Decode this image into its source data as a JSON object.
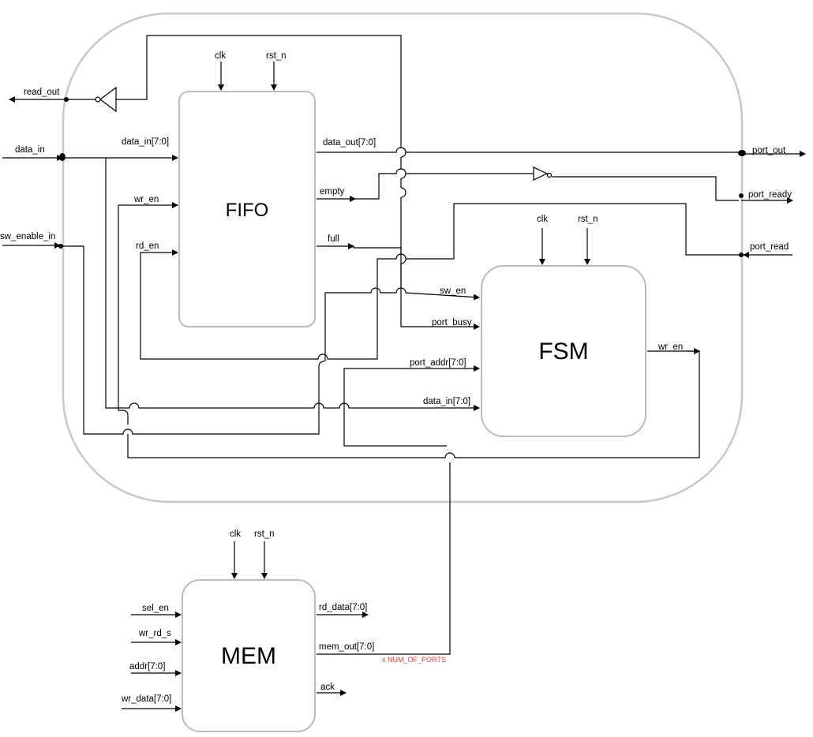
{
  "blocks": {
    "fifo": "FIFO",
    "fsm": "FSM",
    "mem": "MEM"
  },
  "top_ports": {
    "read_out": "read_out",
    "data_in": "data_in",
    "sw_enable_in": "sw_enable_in",
    "port_out": "port_out",
    "port_ready": "port_ready",
    "port_read": "port_read"
  },
  "fifo_ports": {
    "clk": "clk",
    "rst_n": "rst_n",
    "data_in": "data_in[7:0]",
    "wr_en": "wr_en",
    "rd_en": "rd_en",
    "data_out": "data_out[7:0]",
    "empty": "empty",
    "full": "full"
  },
  "fsm_ports": {
    "clk": "clk",
    "rst_n": "rst_n",
    "sw_en": "sw_en",
    "port_busy": "port_busy",
    "port_addr": "port_addr[7:0]",
    "data_in": "data_in[7:0]",
    "wr_en": "wr_en"
  },
  "mem_ports": {
    "clk": "clk",
    "rst_n": "rst_n",
    "sel_en": "sel_en",
    "wr_rd_s": "wr_rd_s",
    "addr": "addr[7:0]",
    "wr_data": "wr_data[7:0]",
    "rd_data": "rd_data[7:0]",
    "mem_out": "mem_out[7:0]",
    "ack": "ack"
  },
  "annotation": "x NUM_OF_PORTS",
  "colors": {
    "annotation": "#e0413a",
    "box_border": "#bbbbbb",
    "outline": "#c8c8c8"
  }
}
